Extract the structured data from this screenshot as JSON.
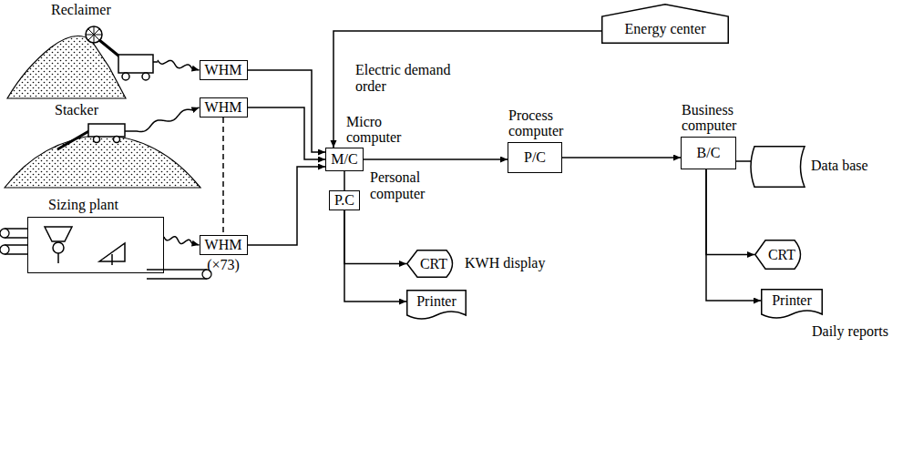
{
  "diagram": {
    "nodes": [
      {
        "text": [
          "Reclaimer"
        ]
      },
      {
        "text": [
          "Stacker"
        ]
      },
      {
        "text": [
          "Sizing plant"
        ]
      },
      {
        "text": [
          "WHM"
        ]
      },
      {
        "text": [
          "WHM"
        ]
      },
      {
        "text": [
          "WHM",
          "(×73)"
        ]
      },
      {
        "text": [
          "Energy center"
        ]
      },
      {
        "text": [
          "Micro computer",
          "M/C"
        ]
      },
      {
        "text": [
          "Personal computer",
          "P.C"
        ]
      },
      {
        "text": [
          "Process computer",
          "P/C"
        ]
      },
      {
        "text": [
          "Business computer",
          "B/C"
        ]
      },
      {
        "text": [
          "CRT",
          "KWH display"
        ]
      },
      {
        "text": [
          "Printer"
        ]
      },
      {
        "text": [
          "Data base"
        ]
      },
      {
        "text": [
          "CRT"
        ]
      },
      {
        "text": [
          "Printer",
          "Daily reports"
        ]
      }
    ],
    "edges": [
      {
        "from": 0,
        "to": 3,
        "arrow": "to"
      },
      {
        "from": 1,
        "to": 4,
        "arrow": "to"
      },
      {
        "from": 2,
        "to": 5,
        "arrow": "to"
      },
      {
        "from": 4,
        "to": 5,
        "arrow": "none"
      },
      {
        "from": 3,
        "to": 7,
        "arrow": "to"
      },
      {
        "from": 4,
        "to": 7,
        "arrow": "to"
      },
      {
        "from": 5,
        "to": 7,
        "arrow": "to"
      },
      {
        "from": 6,
        "to": 7,
        "label": "Electric demand order",
        "arrow": "to"
      },
      {
        "from": 7,
        "to": 8,
        "arrow": "none"
      },
      {
        "from": 7,
        "to": 9,
        "arrow": "to"
      },
      {
        "from": 9,
        "to": 10,
        "arrow": "to"
      },
      {
        "from": 8,
        "to": 11,
        "arrow": "to"
      },
      {
        "from": 8,
        "to": 12,
        "arrow": "to"
      },
      {
        "from": 10,
        "to": 13,
        "arrow": "none"
      },
      {
        "from": 10,
        "to": 14,
        "arrow": "to"
      },
      {
        "from": 10,
        "to": 15,
        "arrow": "to"
      }
    ]
  }
}
